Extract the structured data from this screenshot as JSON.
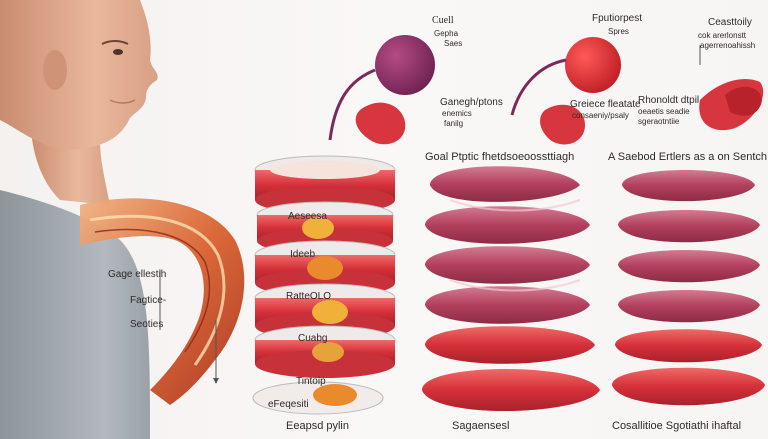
{
  "top_labels": {
    "cell": "Cuell",
    "cell_sub": [
      "Gepha",
      "Saes"
    ],
    "fibroblast": "Fputiorpest",
    "fibroblast_sub": "Spres",
    "connectivity": "Ceasttoily",
    "connectivity_sub": [
      "cok arerlonstt",
      "agerrenoahissh"
    ],
    "ganglion": "Ganegh/ptons",
    "ganglion_sub": [
      "enemics",
      "fanilg"
    ],
    "grease": "Greiece fleatate",
    "grease_sub": "consaeniy/psaly",
    "rhomboid": "Rhonoldt dtpil",
    "rhomboid_sub": [
      "oeaetis seadie",
      "sgeraotntiie"
    ]
  },
  "column_headers": {
    "middle": "Goal Ptptic fhetdsoeoossttiagh",
    "right": "A Saebod Ertlers as a on Sentch"
  },
  "esophagus_labels": {
    "gage": "Gage ellestih",
    "fagtice": "Fagtice-",
    "seoties": "Seoties"
  },
  "stack_labels": {
    "l1": "Aeseesa",
    "l2": "Ideeb",
    "l3": "RatteOLO",
    "l4": "Cuabg",
    "l5": "Tintoip",
    "l6": "eFeqesiti"
  },
  "bottom_labels": {
    "left": "Eeapsd pylin",
    "middle": "Sagaensesl",
    "right": "Cosallitioe Sgotiathi ihaftal"
  },
  "colors": {
    "muscle_red": "#d93b40",
    "muscle_pink": "#b53a58",
    "purple_cell": "#8e3167",
    "skin": "#e7b69a",
    "shirt": "#9ea5ab"
  }
}
